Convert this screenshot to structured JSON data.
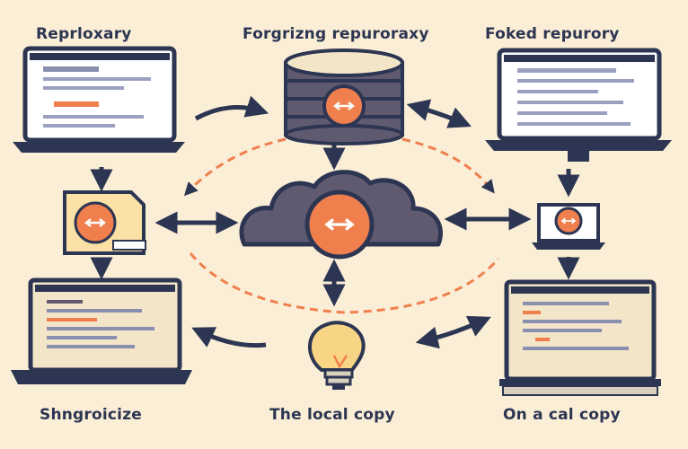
{
  "labels": {
    "top_left": "Reprloxary",
    "top_center": "Forgrizng repuroraxy",
    "top_right": "Foked repurory",
    "bottom_left": "Shngroicize",
    "bottom_center": "The local copy",
    "bottom_right": "On a cal copy"
  },
  "colors": {
    "background": "#fbeed6",
    "navy": "#2c3552",
    "orange": "#f07f4e",
    "slate": "#5f5a70",
    "cream": "#f3e6c8",
    "bulb": "#f7d585"
  },
  "icons": {
    "center": "cloud-sync-icon",
    "top": "database-sync-icon",
    "bottom": "lightbulb-icon"
  }
}
